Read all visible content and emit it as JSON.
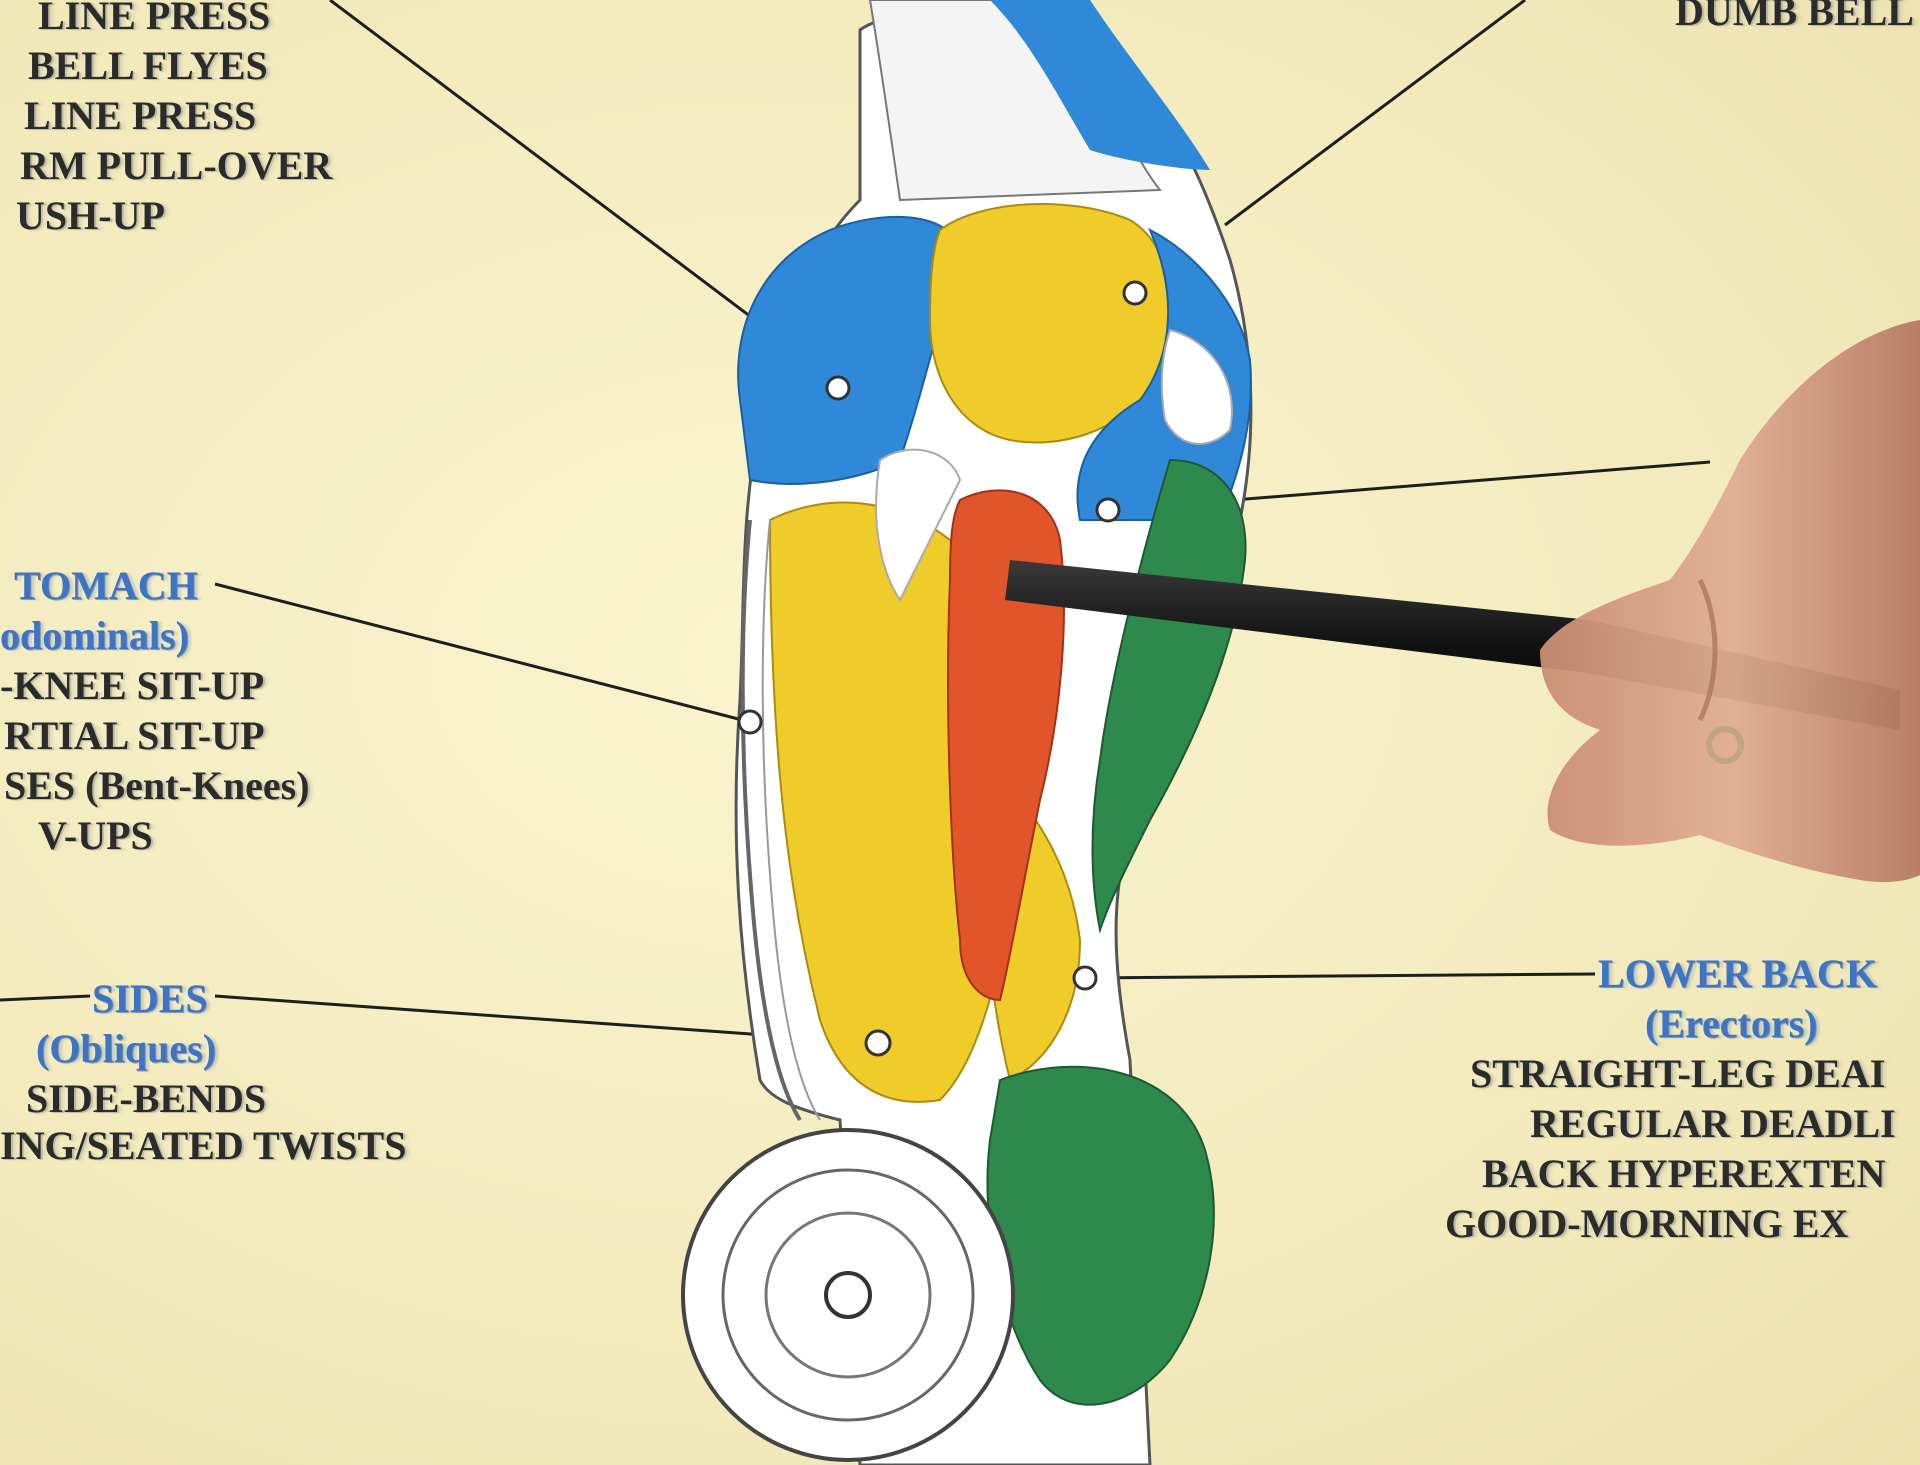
{
  "chest_exercises": [
    "LINE PRESS",
    "BELL FLYES",
    "LINE PRESS",
    "RM PULL-OVER",
    "USH-UP"
  ],
  "top_right_text": "DUMB BELL",
  "stomach": {
    "heading": "TOMACH",
    "subheading": "odominals)",
    "exercises": [
      "-KNEE SIT-UP",
      "RTIAL SIT-UP",
      "SES (Bent-Knees)",
      "V-UPS"
    ]
  },
  "sides": {
    "heading": "SIDES",
    "subheading": "(Obliques)",
    "exercises": [
      "SIDE-BENDS",
      "ING/SEATED TWISTS"
    ]
  },
  "lower_back": {
    "heading": "LOWER BACK",
    "subheading": "(Erectors)",
    "exercises": [
      "STRAIGHT-LEG DEAI",
      "REGULAR DEADLI",
      "BACK HYPEREXTEN",
      "GOOD-MORNING EX"
    ]
  },
  "colors": {
    "background": "#f6efc4",
    "heading_blue": "#3d74c4",
    "muscle_blue": "#2f88d8",
    "muscle_yellow": "#f0cc2a",
    "muscle_orange": "#e2552a",
    "muscle_green": "#2e8a4c",
    "ink": "#2b2b2b"
  }
}
